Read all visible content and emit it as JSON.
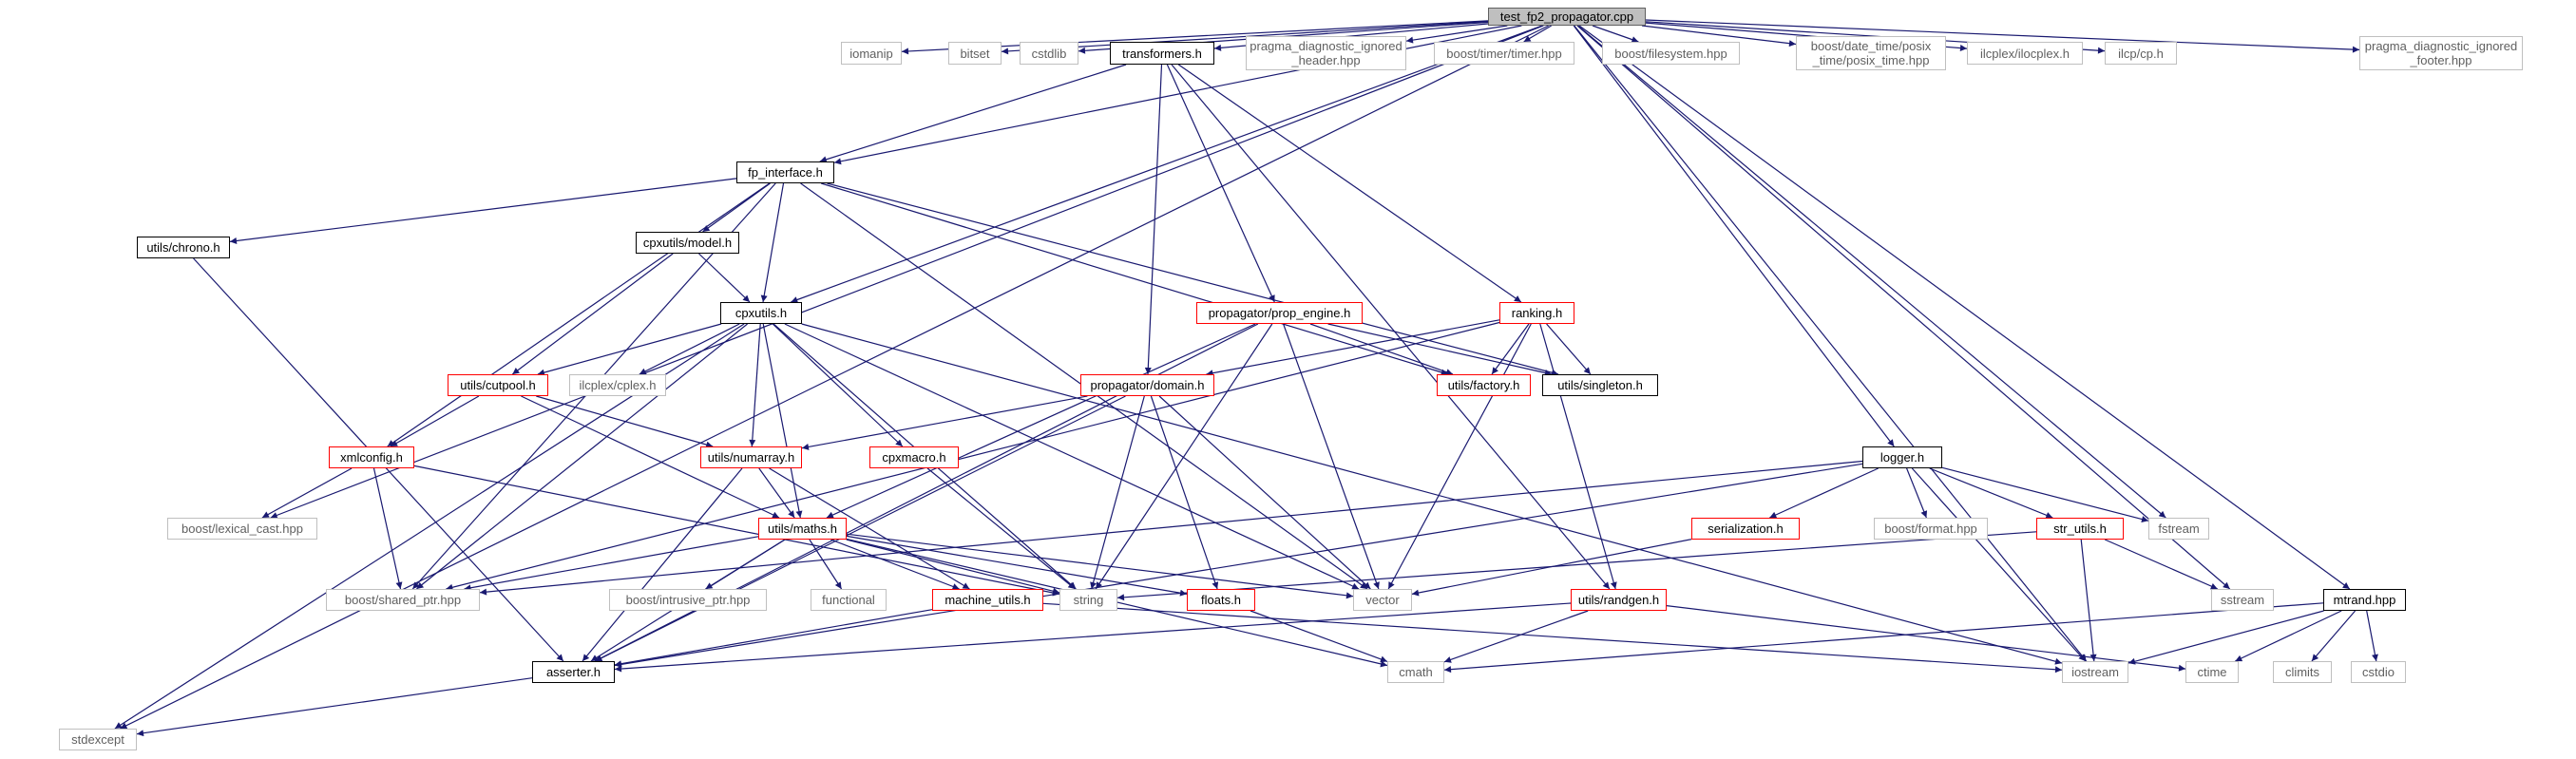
{
  "colors": {
    "edge": "#191970",
    "root_fill": "#bfbfbf",
    "normal_border": "#000000",
    "truncated_border": "#ff0000",
    "external_border": "#bfbfbf",
    "external_text": "#606060"
  },
  "nodes": {
    "root": "test_fp2_propagator.cpp",
    "iomanip": "iomanip",
    "bitset": "bitset",
    "cstdlib": "cstdlib",
    "transformers_h": "transformers.h",
    "pragma_hdr": "pragma_diagnostic_ignored\n_header.hpp",
    "timer_hpp": "boost/timer/timer.hpp",
    "filesystem": "boost/filesystem.hpp",
    "posix_time": "boost/date_time/posix\n_time/posix_time.hpp",
    "ilocplex": "ilcplex/ilocplex.h",
    "ilcp": "ilcp/cp.h",
    "pragma_ftr": "pragma_diagnostic_ignored\n_footer.hpp",
    "fp_interface": "fp_interface.h",
    "chrono": "utils/chrono.h",
    "model": "cpxutils/model.h",
    "cpxutils": "cpxutils.h",
    "prop_engine": "propagator/prop_engine.h",
    "ranking": "ranking.h",
    "cutpool": "utils/cutpool.h",
    "cplex_h": "ilcplex/cplex.h",
    "domain": "propagator/domain.h",
    "factory": "utils/factory.h",
    "singleton": "utils/singleton.h",
    "logger": "logger.h",
    "xmlconfig": "xmlconfig.h",
    "numarray": "utils/numarray.h",
    "cpxmacro": "cpxmacro.h",
    "lexical_cast": "boost/lexical_cast.hpp",
    "maths": "utils/maths.h",
    "serialization": "serialization.h",
    "format_hpp": "boost/format.hpp",
    "str_utils": "str_utils.h",
    "fstream": "fstream",
    "shared_ptr": "boost/shared_ptr.hpp",
    "intrusive_ptr": "boost/intrusive_ptr.hpp",
    "functional": "functional",
    "machine_utils": "machine_utils.h",
    "string": "string",
    "floats": "floats.h",
    "vector": "vector",
    "randgen": "utils/randgen.h",
    "sstream": "sstream",
    "mtrand": "mtrand.hpp",
    "asserter": "asserter.h",
    "cmath": "cmath",
    "iostream": "iostream",
    "ctime": "ctime",
    "climits": "climits",
    "cstdio": "cstdio",
    "stdexcept": "stdexcept"
  },
  "edges": [
    [
      "root",
      "fp_interface"
    ],
    [
      "root",
      "iomanip"
    ],
    [
      "root",
      "bitset"
    ],
    [
      "root",
      "cstdlib"
    ],
    [
      "root",
      "transformers_h"
    ],
    [
      "root",
      "pragma_hdr"
    ],
    [
      "root",
      "timer_hpp"
    ],
    [
      "root",
      "filesystem"
    ],
    [
      "root",
      "posix_time"
    ],
    [
      "root",
      "ilocplex"
    ],
    [
      "root",
      "ilcp"
    ],
    [
      "root",
      "pragma_ftr"
    ],
    [
      "root",
      "cpxutils"
    ],
    [
      "root",
      "logger"
    ],
    [
      "root",
      "fstream"
    ],
    [
      "root",
      "sstream"
    ],
    [
      "root",
      "iostream"
    ],
    [
      "root",
      "mtrand"
    ],
    [
      "root",
      "lexical_cast"
    ],
    [
      "root",
      "stdexcept"
    ],
    [
      "transformers_h",
      "fp_interface"
    ],
    [
      "transformers_h",
      "prop_engine"
    ],
    [
      "transformers_h",
      "ranking"
    ],
    [
      "transformers_h",
      "domain"
    ],
    [
      "transformers_h",
      "randgen"
    ],
    [
      "fp_interface",
      "chrono"
    ],
    [
      "fp_interface",
      "model"
    ],
    [
      "fp_interface",
      "cpxutils"
    ],
    [
      "fp_interface",
      "xmlconfig"
    ],
    [
      "fp_interface",
      "factory"
    ],
    [
      "fp_interface",
      "singleton"
    ],
    [
      "fp_interface",
      "shared_ptr"
    ],
    [
      "fp_interface",
      "vector"
    ],
    [
      "chrono",
      "asserter"
    ],
    [
      "model",
      "cpxutils"
    ],
    [
      "model",
      "cutpool"
    ],
    [
      "cpxutils",
      "cutpool"
    ],
    [
      "cpxutils",
      "cplex_h"
    ],
    [
      "cpxutils",
      "numarray"
    ],
    [
      "cpxutils",
      "cpxmacro"
    ],
    [
      "cpxutils",
      "maths"
    ],
    [
      "cpxutils",
      "string"
    ],
    [
      "cpxutils",
      "vector"
    ],
    [
      "cpxutils",
      "iostream"
    ],
    [
      "cpxutils",
      "stdexcept"
    ],
    [
      "cpxutils",
      "shared_ptr"
    ],
    [
      "prop_engine",
      "factory"
    ],
    [
      "prop_engine",
      "singleton"
    ],
    [
      "prop_engine",
      "maths"
    ],
    [
      "prop_engine",
      "string"
    ],
    [
      "prop_engine",
      "vector"
    ],
    [
      "prop_engine",
      "asserter"
    ],
    [
      "ranking",
      "factory"
    ],
    [
      "ranking",
      "singleton"
    ],
    [
      "ranking",
      "domain"
    ],
    [
      "ranking",
      "vector"
    ],
    [
      "ranking",
      "randgen"
    ],
    [
      "ranking",
      "shared_ptr"
    ],
    [
      "domain",
      "numarray"
    ],
    [
      "domain",
      "string"
    ],
    [
      "domain",
      "vector"
    ],
    [
      "domain",
      "floats"
    ],
    [
      "domain",
      "asserter"
    ],
    [
      "cutpool",
      "xmlconfig"
    ],
    [
      "cutpool",
      "numarray"
    ],
    [
      "cutpool",
      "maths"
    ],
    [
      "xmlconfig",
      "lexical_cast"
    ],
    [
      "xmlconfig",
      "shared_ptr"
    ],
    [
      "xmlconfig",
      "string"
    ],
    [
      "numarray",
      "maths"
    ],
    [
      "numarray",
      "machine_utils"
    ],
    [
      "numarray",
      "asserter"
    ],
    [
      "cpxmacro",
      "string"
    ],
    [
      "maths",
      "shared_ptr"
    ],
    [
      "maths",
      "intrusive_ptr"
    ],
    [
      "maths",
      "functional"
    ],
    [
      "maths",
      "machine_utils"
    ],
    [
      "maths",
      "string"
    ],
    [
      "maths",
      "floats"
    ],
    [
      "maths",
      "vector"
    ],
    [
      "maths",
      "asserter"
    ],
    [
      "maths",
      "cmath"
    ],
    [
      "machine_utils",
      "asserter"
    ],
    [
      "machine_utils",
      "iostream"
    ],
    [
      "floats",
      "cmath"
    ],
    [
      "logger",
      "serialization"
    ],
    [
      "logger",
      "format_hpp"
    ],
    [
      "logger",
      "str_utils"
    ],
    [
      "logger",
      "fstream"
    ],
    [
      "logger",
      "iostream"
    ],
    [
      "logger",
      "shared_ptr"
    ],
    [
      "logger",
      "asserter"
    ],
    [
      "serialization",
      "vector"
    ],
    [
      "str_utils",
      "string"
    ],
    [
      "str_utils",
      "sstream"
    ],
    [
      "str_utils",
      "iostream"
    ],
    [
      "randgen",
      "asserter"
    ],
    [
      "randgen",
      "cmath"
    ],
    [
      "randgen",
      "ctime"
    ],
    [
      "mtrand",
      "cmath"
    ],
    [
      "mtrand",
      "iostream"
    ],
    [
      "mtrand",
      "ctime"
    ],
    [
      "mtrand",
      "climits"
    ],
    [
      "mtrand",
      "cstdio"
    ],
    [
      "asserter",
      "stdexcept"
    ]
  ]
}
